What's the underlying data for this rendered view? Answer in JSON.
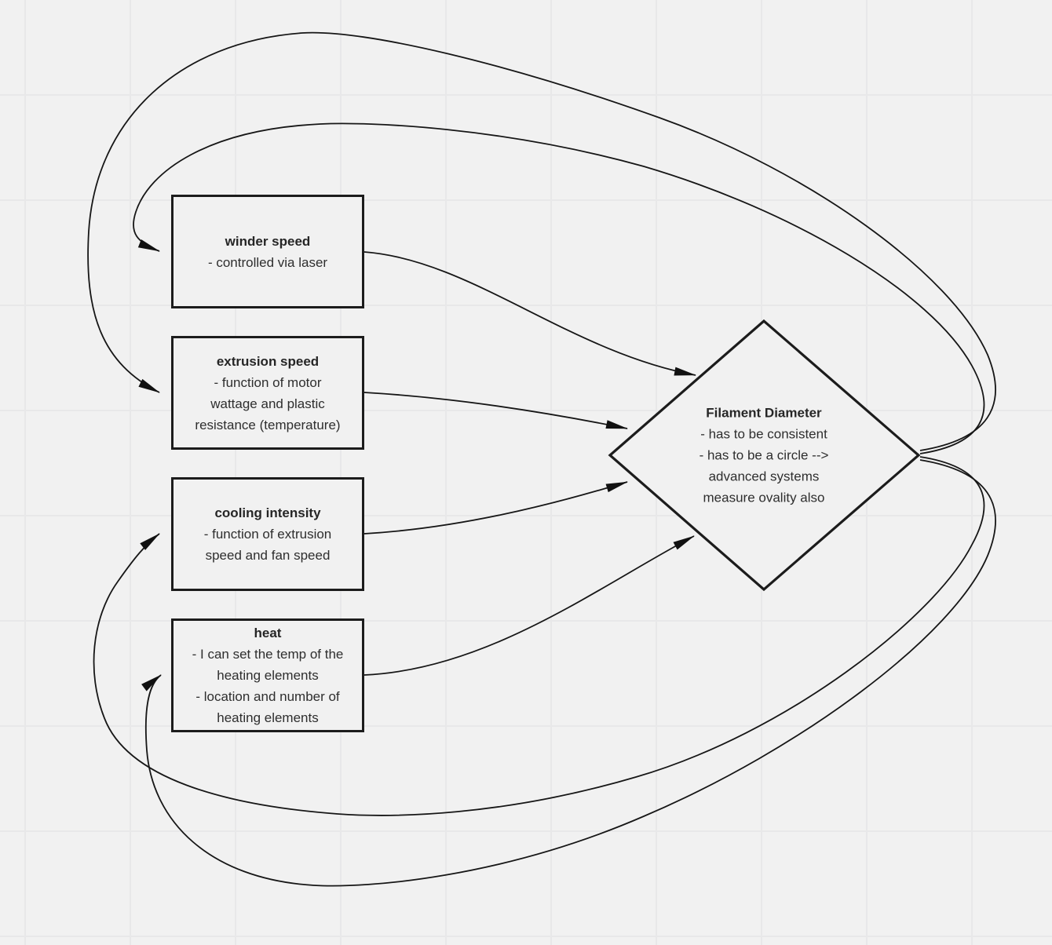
{
  "diagram": {
    "background_color": "#f1f1f1",
    "grid_color": "#e8e8e9",
    "line_color": "#161616",
    "node_border_color": "#1c1c1c"
  },
  "nodes": {
    "winder_speed": {
      "title": "winder speed",
      "lines": [
        "- controlled via laser"
      ]
    },
    "extrusion_speed": {
      "title": "extrusion speed",
      "lines": [
        "- function of motor",
        "wattage and plastic",
        "resistance (temperature)"
      ]
    },
    "cooling_intensity": {
      "title": "cooling intensity",
      "lines": [
        "- function of extrusion",
        "speed and fan speed"
      ]
    },
    "heat": {
      "title": "heat",
      "lines": [
        "- I can set the temp of the",
        "heating elements",
        "- location and number of",
        "heating elements"
      ]
    },
    "filament_diameter": {
      "title": "Filament Diameter",
      "lines": [
        "- has to be consistent",
        "- has to be a circle -->",
        "advanced systems",
        "measure ovality also"
      ]
    }
  },
  "edges": [
    {
      "from": "winder_speed",
      "to": "filament_diameter"
    },
    {
      "from": "extrusion_speed",
      "to": "filament_diameter"
    },
    {
      "from": "cooling_intensity",
      "to": "filament_diameter"
    },
    {
      "from": "heat",
      "to": "filament_diameter"
    },
    {
      "from": "filament_diameter",
      "to": "winder_speed"
    },
    {
      "from": "filament_diameter",
      "to": "extrusion_speed"
    },
    {
      "from": "filament_diameter",
      "to": "cooling_intensity"
    },
    {
      "from": "filament_diameter",
      "to": "heat"
    }
  ]
}
